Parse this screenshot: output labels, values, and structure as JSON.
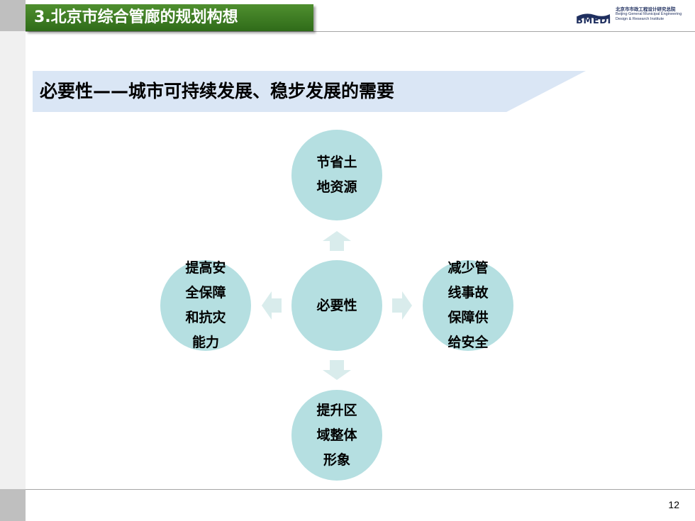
{
  "slide": {
    "section_title": "3.北京市综合管廊的规划构想",
    "subtitle": "必要性——城市可持续发展、稳步发展的需要",
    "page_number": "12"
  },
  "logo": {
    "mark_text": "BMEDI",
    "name_cn": "北京市市政工程设计研究总院",
    "name_en_line1": "Beijing General Municipal Engineering",
    "name_en_line2": "Design & Research Institute"
  },
  "diagram": {
    "center": {
      "lines": [
        "必要性"
      ]
    },
    "top": {
      "lines": [
        "节省土",
        "地资源"
      ]
    },
    "right": {
      "lines": [
        "减少管",
        "线事故",
        "保障供",
        "给安全"
      ]
    },
    "bottom": {
      "lines": [
        "提升区",
        "域整体",
        "形象"
      ]
    },
    "left": {
      "lines": [
        "提高安",
        "全保障",
        "和抗灾",
        "能力"
      ]
    }
  },
  "colors": {
    "title_bar": "#3a7a23",
    "banner": "#dae6f5",
    "circle": "#b5dfe1",
    "arrow": "#d9ecec"
  }
}
